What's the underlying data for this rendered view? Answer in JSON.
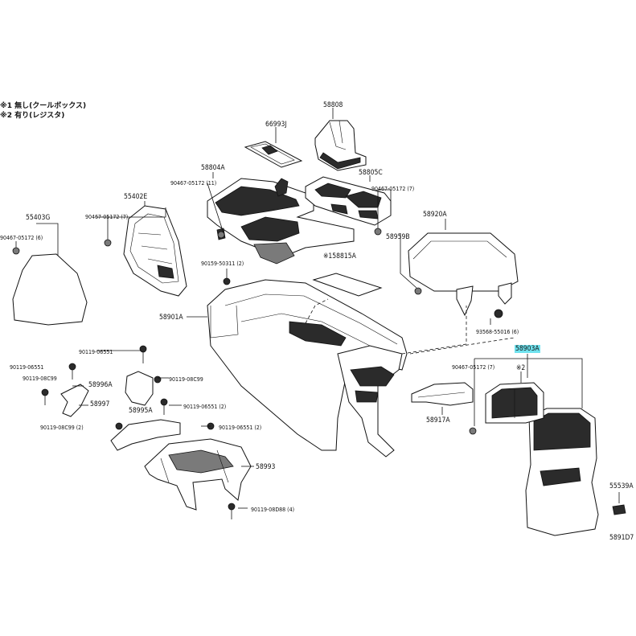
{
  "notes": [
    "※1 無し(クールボックス)",
    "※2 有り(レジスタ)"
  ],
  "labels": {
    "p58808": "58808",
    "p66993J": "66993J",
    "p58804A": "58804A",
    "p90467_11": "90467-05172 (11)",
    "p58805C": "58805C",
    "p90467_7a": "90467-05172 (7)",
    "p55402E": "55402E",
    "p90467_7b": "90467-05172 (7)",
    "p55403G": "55403G",
    "p90467_6": "90467-05172 (6)",
    "p58920A": "58920A",
    "p58959B": "58959B",
    "p58815A": "※158815A",
    "p90159": "90159-50311 (2)",
    "p58901A": "58901A",
    "p93568": "93568-55016 (6)",
    "p58903A": "58903A",
    "p90467_7c": "90467-05172 (7)",
    "p_note2": "※2",
    "p90119_a": "90119-06551",
    "p90119_b": "90119-06551",
    "p90119_c": "90119-08C99",
    "p58996A": "58996A",
    "p90119_d": "90119-08C99",
    "p58997": "58997",
    "p90119_e": "90119-08C99 (2)",
    "p58995A": "58995A",
    "p90119_f": "90119-06551 (2)",
    "p90119_g": "90119-06551 (2)",
    "p58917A": "58917A",
    "p58993": "58993",
    "p90119_h": "90119-08D88 (4)",
    "p55539A": "55539A",
    "p5891D7": "5891D7"
  }
}
